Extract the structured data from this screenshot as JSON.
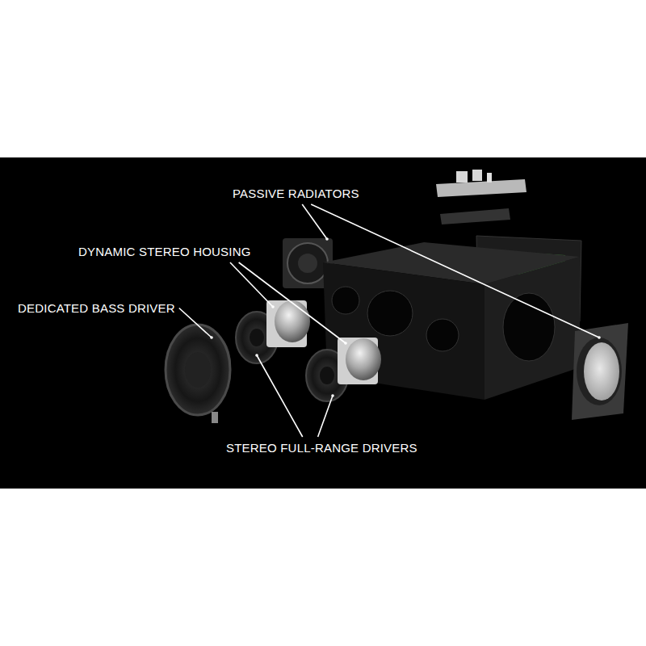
{
  "diagram": {
    "labels": [
      "PASSIVE RADIATORS",
      "DYNAMIC STEREO HOUSING",
      "DEDICATED BASS DRIVER",
      "STEREO FULL-RANGE DRIVERS"
    ]
  }
}
